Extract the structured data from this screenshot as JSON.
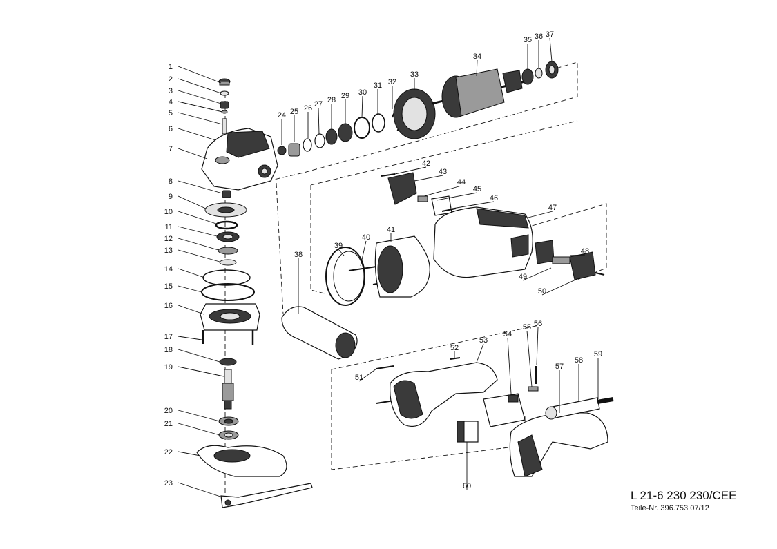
{
  "title": "L 21-6 230 230/CEE",
  "subtitle": "Teile-Nr. 396.753  07/12",
  "part_labels": [
    "1",
    "2",
    "3",
    "4",
    "5",
    "6",
    "7",
    "8",
    "9",
    "10",
    "11",
    "12",
    "13",
    "14",
    "15",
    "16",
    "17",
    "18",
    "19",
    "20",
    "21",
    "22",
    "23",
    "24",
    "25",
    "26",
    "27",
    "28",
    "29",
    "30",
    "31",
    "32",
    "33",
    "34",
    "35",
    "36",
    "37",
    "38",
    "39",
    "40",
    "41",
    "42",
    "43",
    "44",
    "45",
    "46",
    "47",
    "48",
    "49",
    "50",
    "51",
    "52",
    "53",
    "54",
    "55",
    "56",
    "57",
    "58",
    "59",
    "60"
  ]
}
